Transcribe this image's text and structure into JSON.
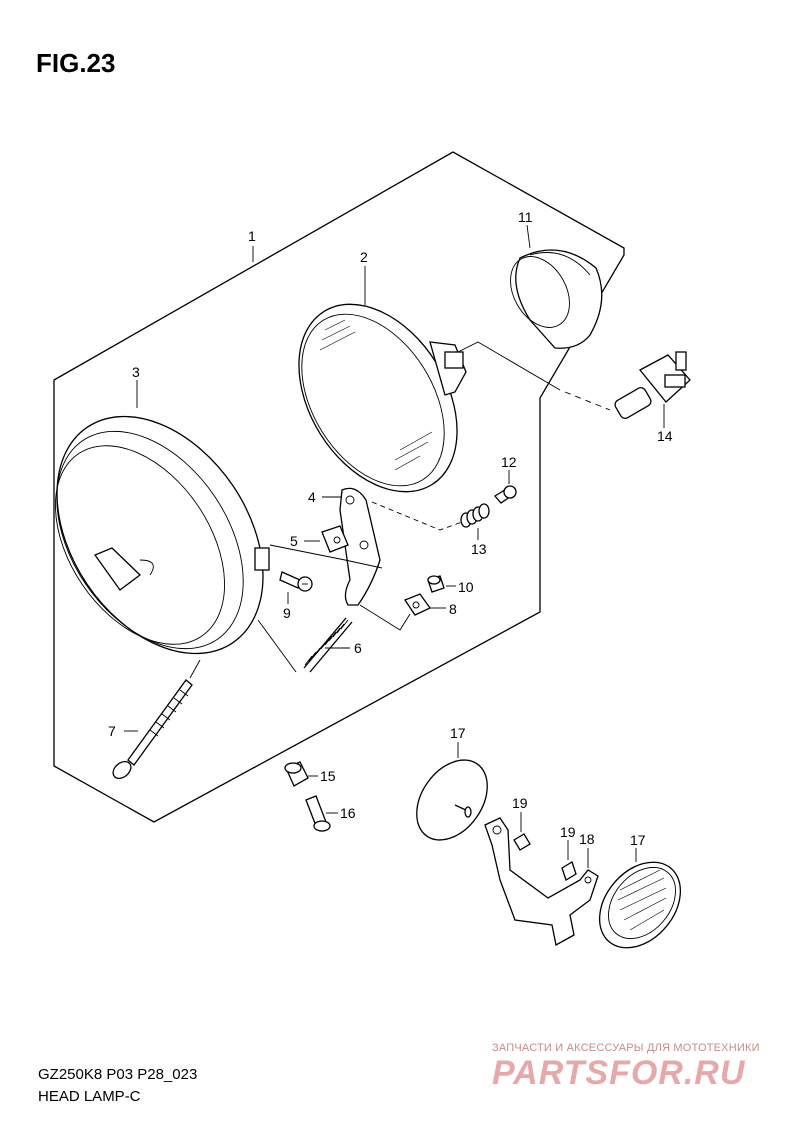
{
  "figure_title": "FIG.23",
  "footer": {
    "code": "GZ250K8 P03 P28_023",
    "name": "HEAD LAMP-C"
  },
  "watermark": {
    "tagline": "ЗАПЧАСТИ И АКСЕССУАРЫ ДЛЯ МОТОТЕХНИКИ",
    "logo": "PARTSFOR.RU"
  },
  "callouts": {
    "p1": "1",
    "p2": "2",
    "p3": "3",
    "p4": "4",
    "p5": "5",
    "p6": "6",
    "p7": "7",
    "p8": "8",
    "p9": "9",
    "p10": "10",
    "p11": "11",
    "p12": "12",
    "p13": "13",
    "p14": "14",
    "p15": "15",
    "p16": "16",
    "p17a": "17",
    "p17b": "17",
    "p18": "18",
    "p19a": "19",
    "p19b": "19"
  }
}
